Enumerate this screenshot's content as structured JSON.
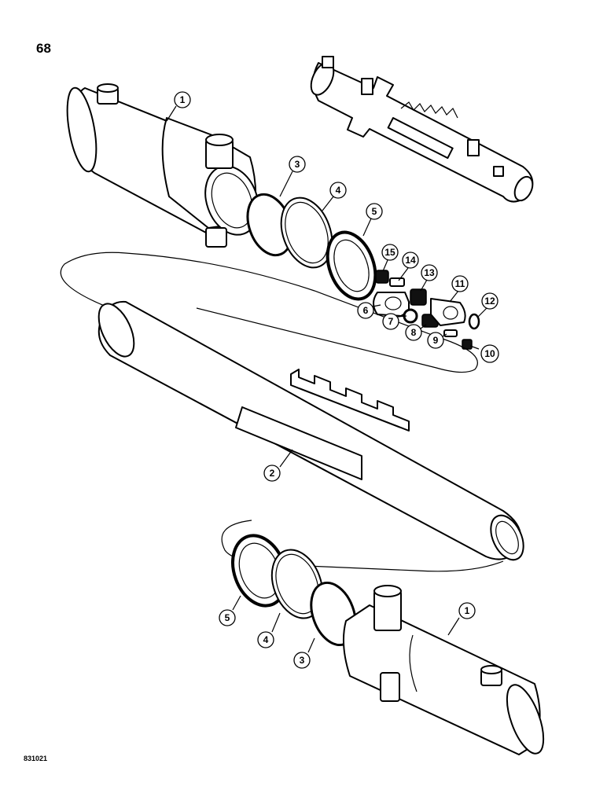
{
  "page_number": "68",
  "figure_code": "831021",
  "callouts": [
    {
      "id": "c1a",
      "label": "1"
    },
    {
      "id": "c3a",
      "label": "3"
    },
    {
      "id": "c4a",
      "label": "4"
    },
    {
      "id": "c5a",
      "label": "5"
    },
    {
      "id": "c15",
      "label": "15"
    },
    {
      "id": "c14",
      "label": "14"
    },
    {
      "id": "c13",
      "label": "13"
    },
    {
      "id": "c11",
      "label": "11"
    },
    {
      "id": "c12",
      "label": "12"
    },
    {
      "id": "c6",
      "label": "6"
    },
    {
      "id": "c7",
      "label": "7"
    },
    {
      "id": "c8",
      "label": "8"
    },
    {
      "id": "c9",
      "label": "9"
    },
    {
      "id": "c10",
      "label": "10"
    },
    {
      "id": "c2",
      "label": "2"
    },
    {
      "id": "c5b",
      "label": "5"
    },
    {
      "id": "c4b",
      "label": "4"
    },
    {
      "id": "c3b",
      "label": "3"
    },
    {
      "id": "c1b",
      "label": "1"
    }
  ]
}
